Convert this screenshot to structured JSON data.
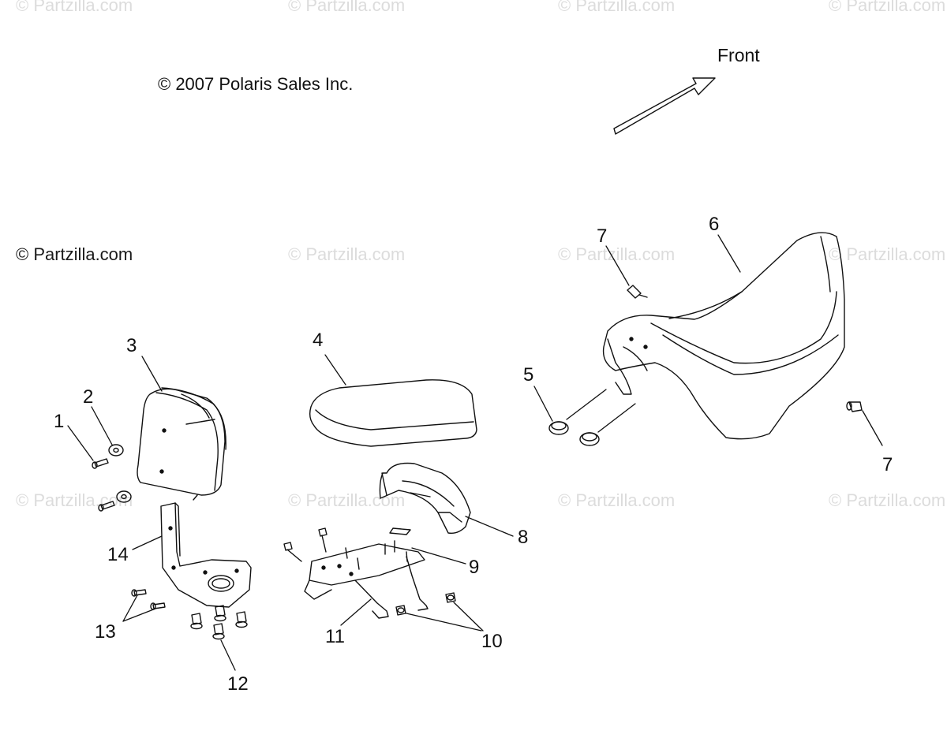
{
  "watermark": "© Partzilla.com",
  "copyright": "© 2007 Polaris Sales Inc.",
  "front_label": "Front",
  "callouts": [
    "1",
    "2",
    "3",
    "4",
    "5",
    "6",
    "7",
    "7",
    "8",
    "9",
    "10",
    "11",
    "12",
    "13",
    "14"
  ],
  "colors": {
    "line": "#111111",
    "watermark": "#dcdcdc",
    "background": "#ffffff"
  }
}
